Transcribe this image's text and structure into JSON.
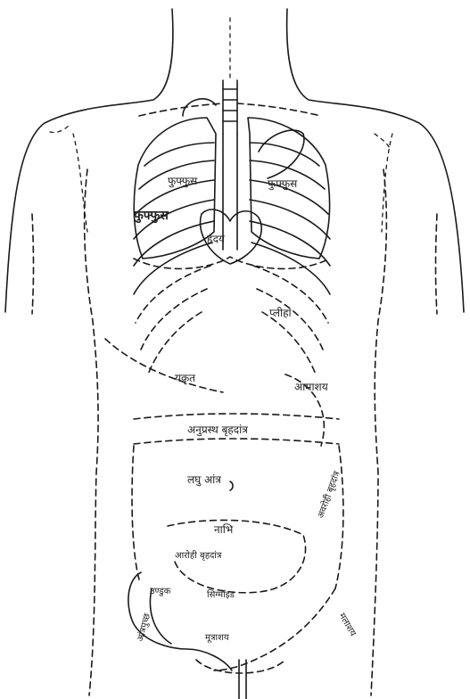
{
  "labels": {
    "lung_left_upper": "फुफ्फुस",
    "lung_left_mid": "फुफ्फुस",
    "lung_right_upper": "फुफ्फुस",
    "heart": "हृदय",
    "liver": "यकृत",
    "stomach": "आमाशय",
    "spleen": "प्लीहा",
    "transverse_colon": "अनुप्रस्थ बृहदांत्र",
    "small_intestine": "लघु आंत्र",
    "navel": "नाभि",
    "ascending_colon": "आरोही बृहदांत्र",
    "descending_colon": "अवरोही बृहदांत्र",
    "caecum": "उण्डुक",
    "appendix": "आंत्रपुच्छ",
    "sigmoid": "सिग्मॉइड",
    "rectum": "मलाशय",
    "bladder": "मूत्राशय"
  }
}
